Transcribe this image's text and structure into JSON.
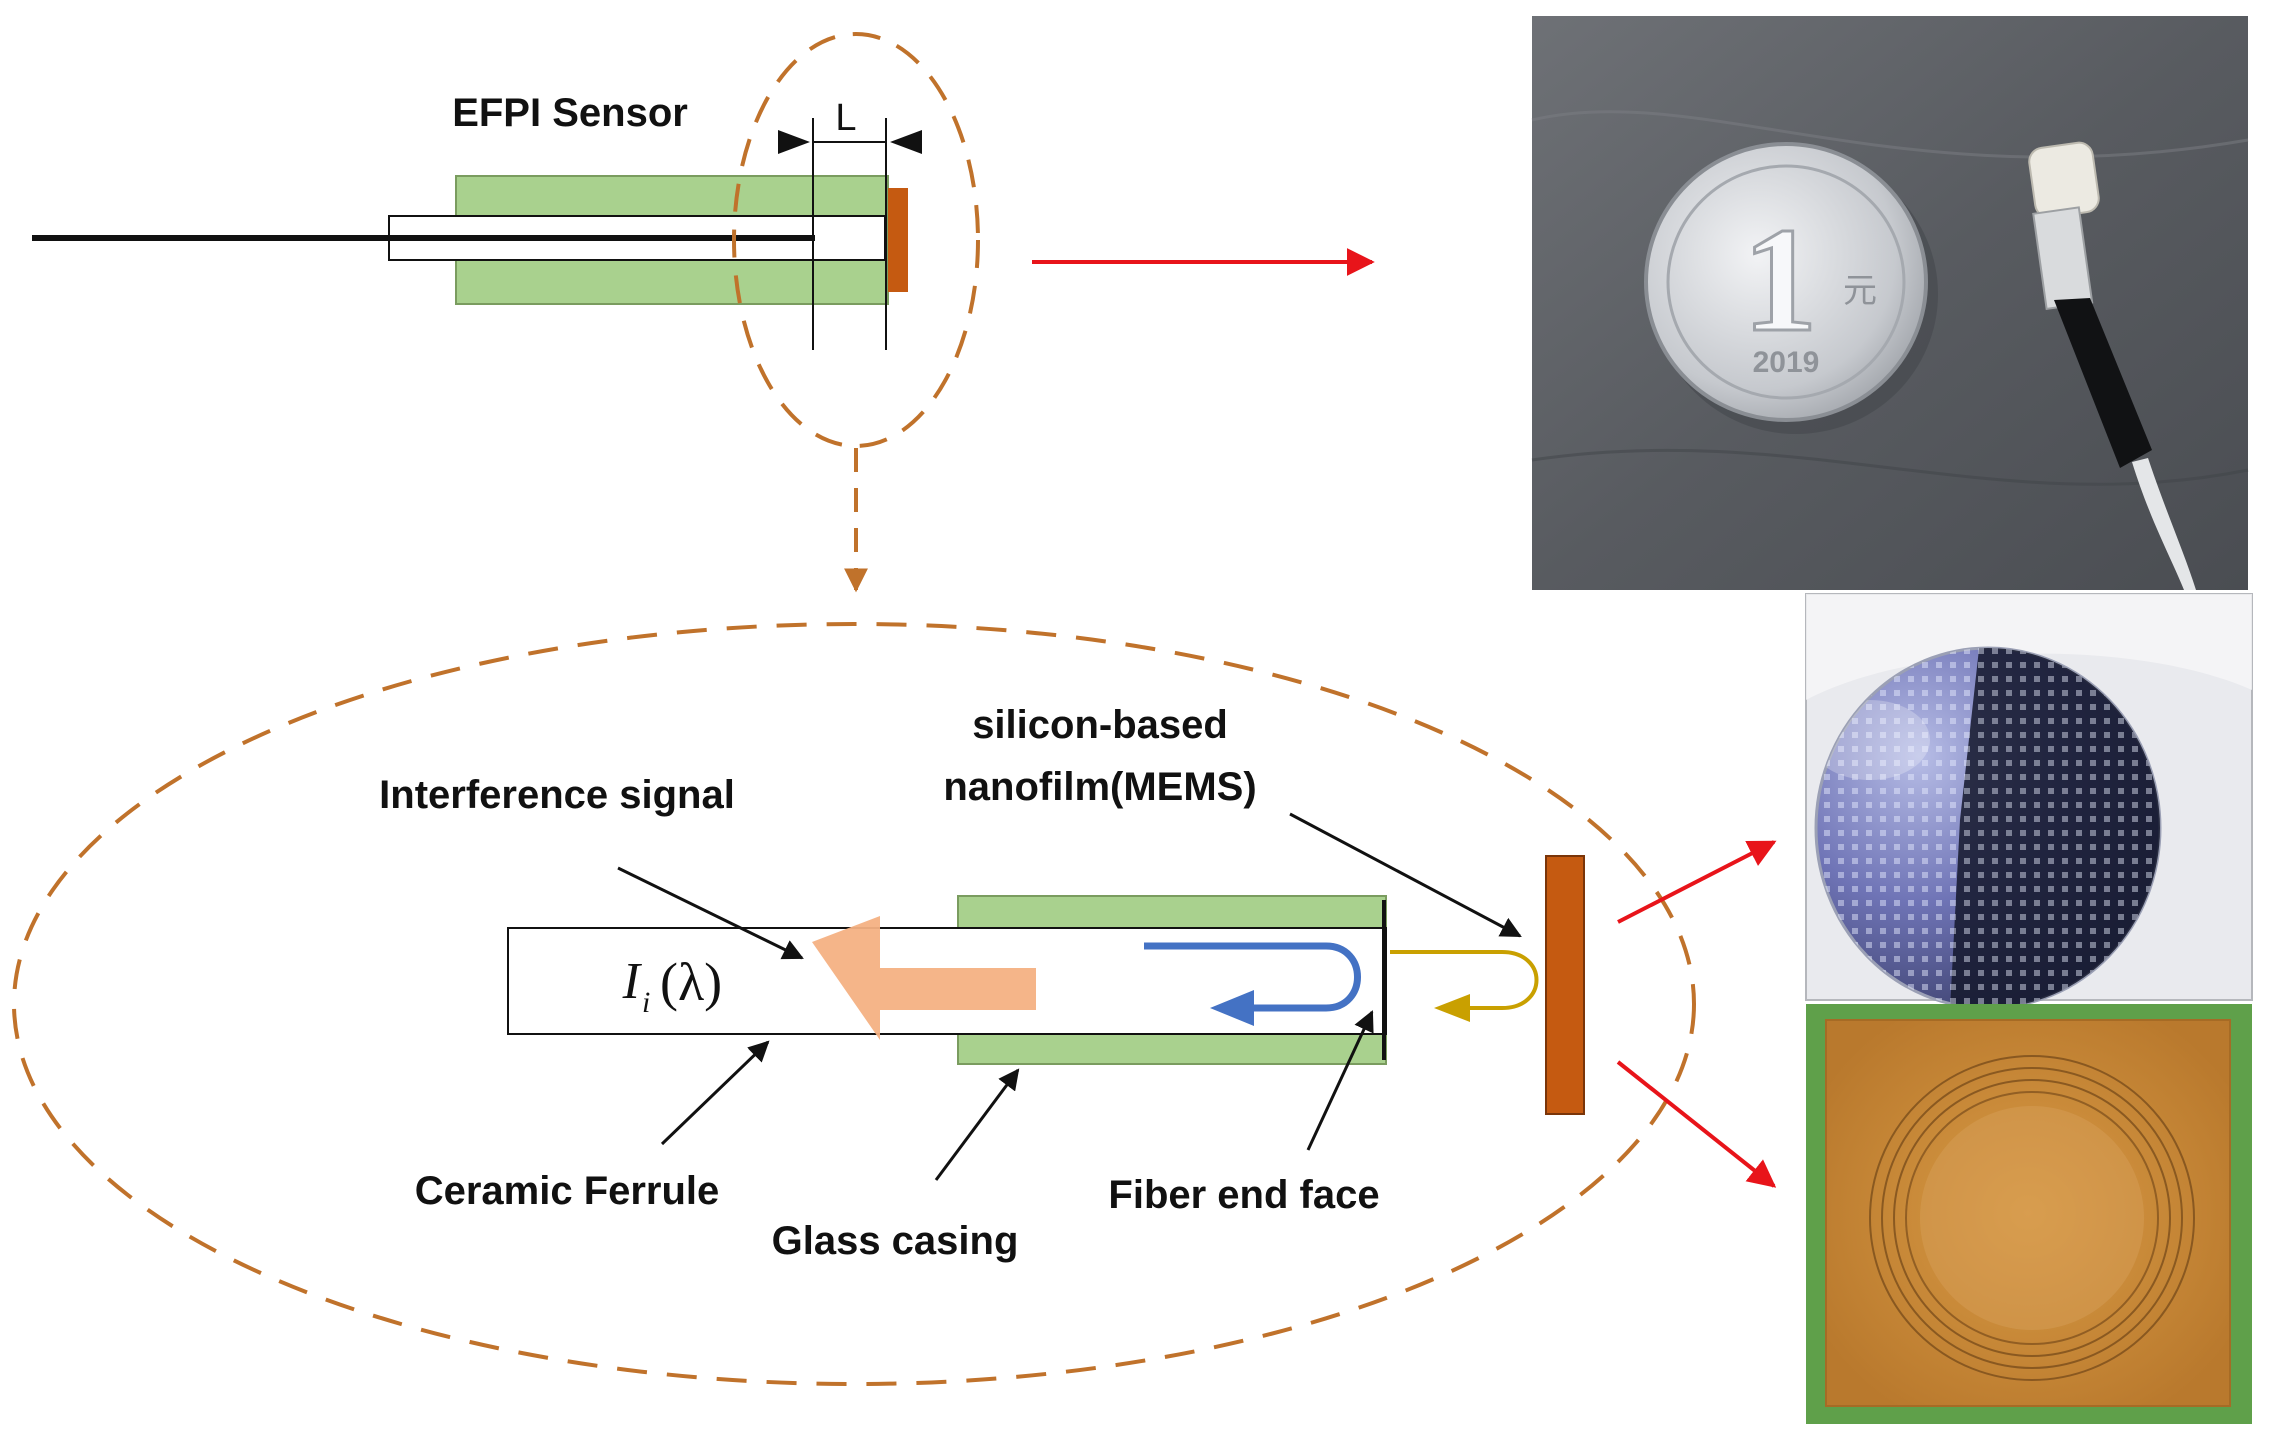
{
  "labels": {
    "efpi_sensor": "EFPI Sensor",
    "cavity_length": "L",
    "interference_signal": "Interference signal",
    "mems_line1": "silicon-based",
    "mems_line2": "nanofilm(MEMS)",
    "ceramic_ferrule": "Ceramic Ferrule",
    "glass_casing": "Glass casing",
    "fiber_end_face": "Fiber end face",
    "intensity_symbol": "I",
    "intensity_subscript": "i",
    "intensity_argument": "(λ)"
  },
  "photos": {
    "coin_digit": "1",
    "coin_year": "2019",
    "coin_character": "元"
  },
  "colors": {
    "casing_green": "#a9d18e",
    "membrane_orange": "#c55a11",
    "dashed_ellipse": "#c0722b",
    "arrow_red": "#e8141a",
    "signal_arrow": "#f4b183",
    "reflection_blue": "#4472c4",
    "reflection_gold": "#c9a000",
    "frame_green": "#5fa04a"
  }
}
